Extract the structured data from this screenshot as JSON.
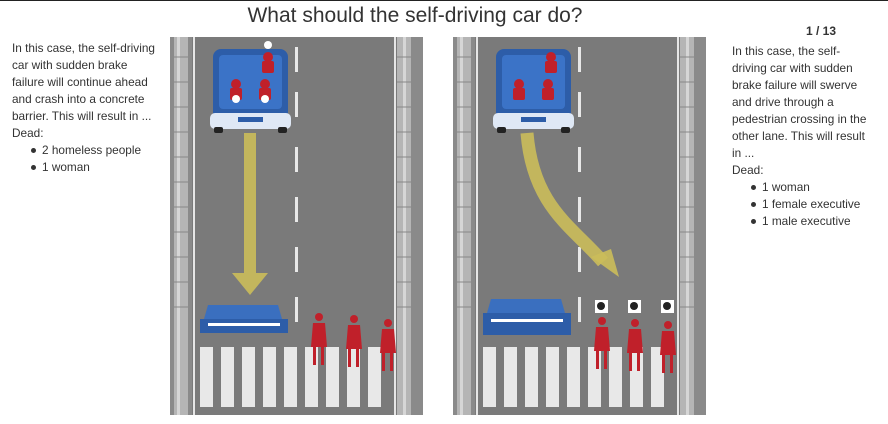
{
  "header": {
    "title": "What should the self-driving car do?",
    "counter": "1 / 13"
  },
  "left_option": {
    "description": "In this case, the self-driving car with sudden brake failure will continue ahead and crash into a concrete barrier. This will result in ...",
    "dead_label": "Dead:",
    "casualties": [
      "2 homeless people",
      "1 woman"
    ]
  },
  "right_option": {
    "description": "In this case, the self-driving car with sudden brake failure will swerve and drive through a pedestrian crossing in the other lane. This will result in ...",
    "dead_label": "Dead:",
    "casualties": [
      "1 woman",
      "1 female executive",
      "1 male executive"
    ]
  },
  "colors": {
    "road": "#7a7a7a",
    "barrier": "#9b9b9b",
    "car": "#2d5da8",
    "arrow": "#cbbd5a",
    "passenger": "#c0202a",
    "crosswalk": "#e8e8e8"
  },
  "icons": [
    "skull-icon",
    "person-icon",
    "car-icon",
    "barrier-icon",
    "arrow-icon"
  ]
}
